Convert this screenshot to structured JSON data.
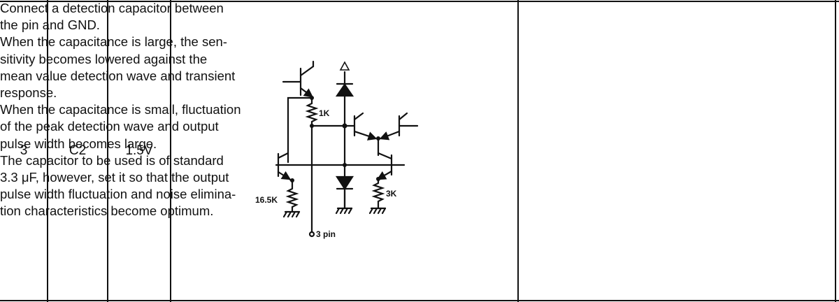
{
  "table": {
    "row": {
      "pin_no": "3",
      "symbol": "C2",
      "voltage": "1.5V",
      "circuit": {
        "resistor_1": "1K",
        "resistor_2": "16.5K",
        "resistor_3": "3K",
        "pin_label": "3 pin"
      },
      "description": [
        "Connect a detection capacitor between",
        "the pin and GND.",
        "When the capacitance is large, the sen-",
        "sitivity becomes lowered against the",
        "mean value detection wave and transient",
        "response.",
        "When the capacitance is small, fluctuation",
        "of the peak detection wave and output",
        "pulse width becomes large.",
        "The capacitor to be used is of standard",
        "3.3 μF, however, set it so that the output",
        "pulse width fluctuation and noise elimina-",
        "tion characteristics become optimum."
      ]
    }
  }
}
